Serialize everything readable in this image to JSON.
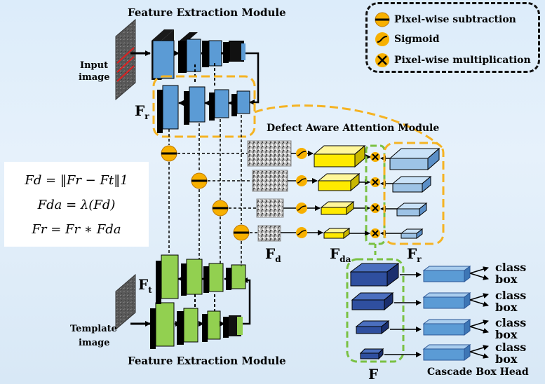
{
  "modules": {
    "top_title": "Feature Extraction Module",
    "bottom_title": "Feature Extraction Module",
    "attention_title": "Defect Aware Attention Module",
    "head_title": "Cascade Box Head"
  },
  "inputs": {
    "input_label_line1": "Input",
    "input_label_line2": "image",
    "template_label_line1": "Template",
    "template_label_line2": "image"
  },
  "features": {
    "fr_top": "F",
    "fr_top_sub": "r",
    "ft": "F",
    "ft_sub": "t",
    "fd": "F",
    "fd_sub": "d",
    "fda": "F",
    "fda_sub": "da",
    "fr_right": "F",
    "fr_right_sub": "r",
    "f": "F"
  },
  "legend": {
    "subtraction": "Pixel-wise subtraction",
    "sigmoid": "Sigmoid",
    "multiplication": "Pixel-wise multiplication"
  },
  "equations": {
    "eq1": "Fd = ‖Fr − Ft‖1",
    "eq2": "Fda = λ(Fd)",
    "eq3": "Fr = Fr ∗ Fda"
  },
  "head_outputs": [
    {
      "class": "class",
      "box": "box"
    },
    {
      "class": "class",
      "box": "box"
    },
    {
      "class": "class",
      "box": "box"
    },
    {
      "class": "class",
      "box": "box"
    }
  ],
  "colors": {
    "backbone_blue": "#5b9bd5",
    "backbone_green": "#92d050",
    "attention_yellow": "#ffea00",
    "fr_light_blue": "#9dc3e6",
    "fused_navy": "#2f4f9f",
    "head_blue": "#5b9bd5",
    "dashed_orange": "#f5b323",
    "dashed_green": "#7ac143",
    "operator_orange": "#f7b000"
  }
}
